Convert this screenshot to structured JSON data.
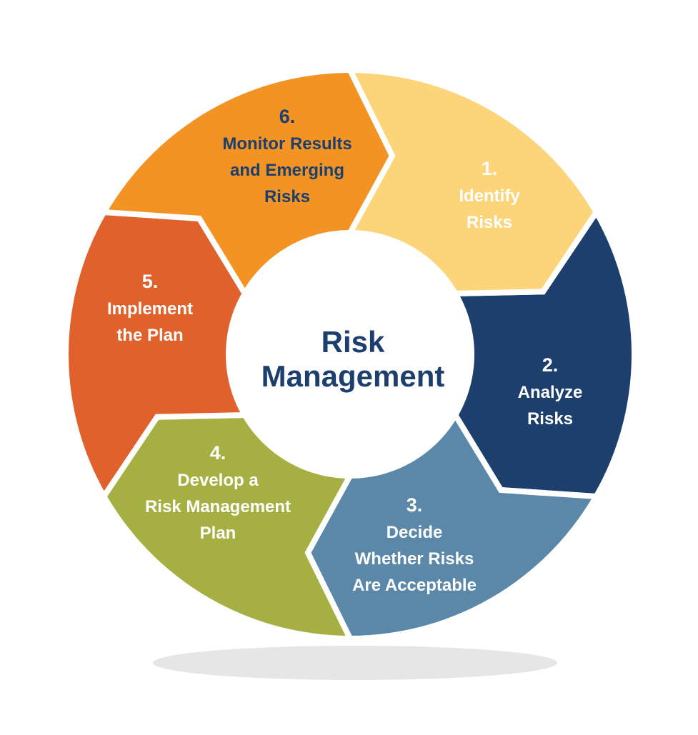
{
  "title": [
    "Risk",
    "Management"
  ],
  "title_color": "#1c3f6e",
  "steps": [
    {
      "number": "1.",
      "lines": [
        "Identify",
        "Risks"
      ],
      "color": "#1c3f6e",
      "text_color": "#ffffff"
    },
    {
      "number": "2.",
      "lines": [
        "Analyze",
        "Risks"
      ],
      "color": "#5b87a8",
      "text_color": "#ffffff"
    },
    {
      "number": "3.",
      "lines": [
        "Decide",
        "Whether Risks",
        "Are Acceptable"
      ],
      "color": "#a6b042",
      "text_color": "#ffffff"
    },
    {
      "number": "4.",
      "lines": [
        "Develop a",
        "Risk Management",
        "Plan"
      ],
      "color": "#e0612b",
      "text_color": "#ffffff"
    },
    {
      "number": "5.",
      "lines": [
        "Implement",
        "the Plan"
      ],
      "color": "#f39323",
      "text_color": "#ffffff"
    },
    {
      "number": "6.",
      "lines": [
        "Monitor Results",
        "and Emerging",
        "Risks"
      ],
      "color": "#fcd57a",
      "text_color": "#1c3f6e"
    }
  ],
  "shadow_color": "#e6e6e6"
}
